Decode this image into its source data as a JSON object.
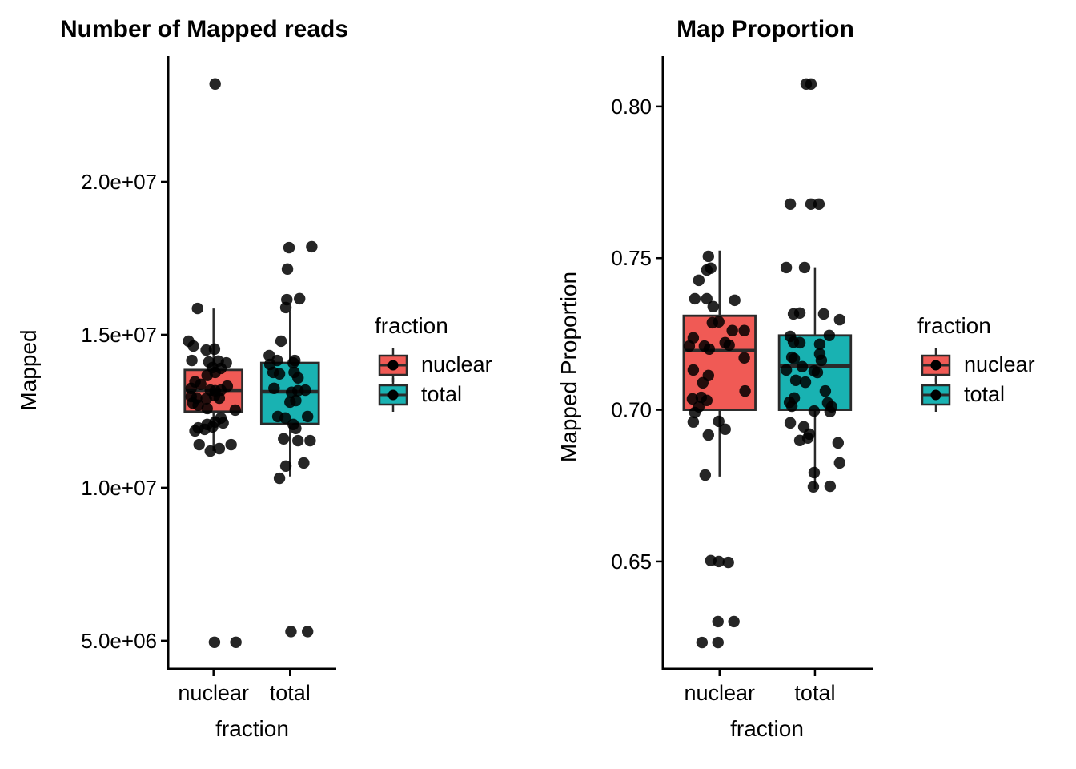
{
  "figure": {
    "background": "#ffffff",
    "text_color": "#000000",
    "colors": {
      "nuclear": "#F05A55",
      "total": "#19B2B2",
      "stroke": "#2a2a2a",
      "point": "#000000"
    }
  },
  "chart_data": [
    {
      "type": "boxplot",
      "title": "Number of Mapped reads",
      "xlabel": "fraction",
      "ylabel": "Mapped",
      "categories": [
        "nuclear",
        "total"
      ],
      "ylim": [
        4080000.0,
        24110000.0
      ],
      "grid": false,
      "yticks": [
        {
          "value": 20000000.0,
          "label": "2.0e+07"
        },
        {
          "value": 15000000.0,
          "label": "1.5e+07"
        },
        {
          "value": 10000000.0,
          "label": "1.0e+07"
        },
        {
          "value": 5000000.0,
          "label": "5.0e+06"
        }
      ],
      "legend": {
        "title": "fraction",
        "position": "right",
        "entries": [
          {
            "label": "nuclear",
            "color_key": "nuclear"
          },
          {
            "label": "total",
            "color_key": "total"
          }
        ]
      },
      "series": [
        {
          "name": "nuclear",
          "color_key": "nuclear",
          "box": {
            "whisker_low": 11200000.0,
            "q1": 12490000.0,
            "median": 13190000.0,
            "q3": 13850000.0,
            "whisker_high": 15860000.0
          },
          "points": [
            [
              -0.5,
              15860000.0
            ],
            [
              -0.78,
              14790000.0
            ],
            [
              -0.63,
              14630000.0
            ],
            [
              -0.23,
              14500000.0
            ],
            [
              0.03,
              14530000.0
            ],
            [
              -0.68,
              14160000.0
            ],
            [
              -0.15,
              14110000.0
            ],
            [
              0.15,
              14140000.0
            ],
            [
              0.4,
              14080000.0
            ],
            [
              -0.03,
              13930000.0
            ],
            [
              0.23,
              13900000.0
            ],
            [
              -0.2,
              13670000.0
            ],
            [
              0.05,
              13770000.0
            ],
            [
              -0.58,
              13460000.0
            ],
            [
              -0.4,
              13380000.0
            ],
            [
              0.43,
              13320000.0
            ],
            [
              -0.7,
              13250000.0
            ],
            [
              -0.1,
              13190000.0
            ],
            [
              0.05,
              13170000.0
            ],
            [
              0.23,
              13190000.0
            ],
            [
              -0.7,
              12980000.0
            ],
            [
              -0.53,
              12930000.0
            ],
            [
              -0.23,
              12910000.0
            ],
            [
              0.03,
              13010000.0
            ],
            [
              0.18,
              12930000.0
            ],
            [
              -0.65,
              12770000.0
            ],
            [
              -0.48,
              12700000.0
            ],
            [
              -0.2,
              12590000.0
            ],
            [
              0.68,
              12540000.0
            ],
            [
              0.23,
              12280000.0
            ],
            [
              0.05,
              12150000.0
            ],
            [
              -0.2,
              12070000.0
            ],
            [
              -0.48,
              11960000.0
            ],
            [
              -0.28,
              11910000.0
            ],
            [
              -0.03,
              11990000.0
            ],
            [
              -0.58,
              11860000.0
            ],
            [
              0.3,
              12120000.0
            ],
            [
              -0.45,
              11410000.0
            ],
            [
              0.18,
              11280000.0
            ],
            [
              0.55,
              11410000.0
            ],
            [
              -0.1,
              11200000.0
            ],
            [
              0.05,
              23200000.0
            ],
            [
              0.03,
              4950000.0
            ],
            [
              0.7,
              4950000.0
            ]
          ]
        },
        {
          "name": "total",
          "color_key": "total",
          "box": {
            "whisker_low": 10370000.0,
            "q1": 12090000.0,
            "median": 13140000.0,
            "q3": 14080000.0,
            "whisker_high": 15770000.0
          },
          "points": [
            [
              -0.03,
              17850000.0
            ],
            [
              0.68,
              17880000.0
            ],
            [
              -0.08,
              17150000.0
            ],
            [
              -0.1,
              16150000.0
            ],
            [
              0.3,
              16180000.0
            ],
            [
              -0.13,
              15890000.0
            ],
            [
              -0.28,
              14790000.0
            ],
            [
              -0.65,
              14320000.0
            ],
            [
              -0.4,
              14160000.0
            ],
            [
              0.15,
              14160000.0
            ],
            [
              -0.63,
              14030000.0
            ],
            [
              0.1,
              14080000.0
            ],
            [
              -0.53,
              13770000.0
            ],
            [
              -0.33,
              13720000.0
            ],
            [
              0.13,
              13770000.0
            ],
            [
              0.25,
              13590000.0
            ],
            [
              -0.5,
              13250000.0
            ],
            [
              0.05,
              13120000.0
            ],
            [
              0.25,
              13170000.0
            ],
            [
              0.48,
              13190000.0
            ],
            [
              0.0,
              12800000.0
            ],
            [
              0.18,
              12850000.0
            ],
            [
              -0.38,
              12330000.0
            ],
            [
              -0.15,
              12280000.0
            ],
            [
              0.55,
              12330000.0
            ],
            [
              0.1,
              12070000.0
            ],
            [
              0.18,
              11940000.0
            ],
            [
              -0.2,
              11600000.0
            ],
            [
              0.25,
              11540000.0
            ],
            [
              0.63,
              11540000.0
            ],
            [
              -0.13,
              10710000.0
            ],
            [
              0.43,
              10810000.0
            ],
            [
              -0.33,
              10310000.0
            ],
            [
              0.03,
              5300000.0
            ],
            [
              0.55,
              5300000.0
            ]
          ]
        }
      ]
    },
    {
      "type": "boxplot",
      "title": "Map Proportion",
      "xlabel": "fraction",
      "ylabel": "Mapped Proportion",
      "categories": [
        "nuclear",
        "total"
      ],
      "ylim": [
        0.6146,
        0.8166
      ],
      "grid": false,
      "yticks": [
        {
          "value": 0.8,
          "label": "0.80"
        },
        {
          "value": 0.75,
          "label": "0.75"
        },
        {
          "value": 0.7,
          "label": "0.70"
        },
        {
          "value": 0.65,
          "label": "0.65"
        }
      ],
      "legend": {
        "title": "fraction",
        "position": "right",
        "entries": [
          {
            "label": "nuclear",
            "color_key": "nuclear"
          },
          {
            "label": "total",
            "color_key": "total"
          }
        ]
      },
      "series": [
        {
          "name": "nuclear",
          "color_key": "nuclear",
          "box": {
            "whisker_low": 0.678,
            "q1": 0.7,
            "median": 0.7195,
            "q3": 0.731,
            "whisker_high": 0.7525
          },
          "points": [
            [
              -0.28,
              0.7506
            ],
            [
              -0.32,
              0.7461
            ],
            [
              -0.22,
              0.7467
            ],
            [
              -0.52,
              0.7427
            ],
            [
              -0.62,
              0.7366
            ],
            [
              -0.32,
              0.7366
            ],
            [
              -0.16,
              0.734
            ],
            [
              0.38,
              0.7361
            ],
            [
              -0.18,
              0.7287
            ],
            [
              -0.02,
              0.729
            ],
            [
              0.32,
              0.7261
            ],
            [
              0.62,
              0.7261
            ],
            [
              -0.66,
              0.7237
            ],
            [
              -0.76,
              0.721
            ],
            [
              -0.38,
              0.721
            ],
            [
              -0.26,
              0.72
            ],
            [
              0.14,
              0.7221
            ],
            [
              0.24,
              0.7213
            ],
            [
              0.62,
              0.7171
            ],
            [
              -0.66,
              0.7131
            ],
            [
              -0.28,
              0.7113
            ],
            [
              -0.42,
              0.7089
            ],
            [
              0.64,
              0.7062
            ],
            [
              -0.68,
              0.7036
            ],
            [
              -0.46,
              0.7041
            ],
            [
              -0.32,
              0.7031
            ],
            [
              -0.52,
              0.701
            ],
            [
              -0.62,
              0.6991
            ],
            [
              -0.66,
              0.696
            ],
            [
              -0.02,
              0.6962
            ],
            [
              0.14,
              0.6936
            ],
            [
              -0.28,
              0.6917
            ],
            [
              -0.36,
              0.6785
            ],
            [
              -0.22,
              0.6503
            ],
            [
              -0.02,
              0.65
            ],
            [
              0.22,
              0.6497
            ],
            [
              -0.04,
              0.6302
            ],
            [
              0.36,
              0.6302
            ],
            [
              -0.44,
              0.6233
            ],
            [
              -0.04,
              0.6233
            ]
          ]
        },
        {
          "name": "total",
          "color_key": "total",
          "box": {
            "whisker_low": 0.674,
            "q1": 0.7,
            "median": 0.7144,
            "q3": 0.7245,
            "whisker_high": 0.747
          },
          "points": [
            [
              -0.22,
              0.8074
            ],
            [
              -0.1,
              0.8074
            ],
            [
              -0.62,
              0.7678
            ],
            [
              -0.1,
              0.7678
            ],
            [
              0.1,
              0.7678
            ],
            [
              -0.72,
              0.7469
            ],
            [
              -0.26,
              0.7469
            ],
            [
              -0.54,
              0.7316
            ],
            [
              -0.38,
              0.7319
            ],
            [
              0.22,
              0.7316
            ],
            [
              0.62,
              0.7297
            ],
            [
              -0.62,
              0.7242
            ],
            [
              -0.54,
              0.7223
            ],
            [
              -0.38,
              0.7221
            ],
            [
              0.12,
              0.7216
            ],
            [
              0.36,
              0.7245
            ],
            [
              -0.58,
              0.7173
            ],
            [
              -0.52,
              0.7168
            ],
            [
              0.12,
              0.7184
            ],
            [
              0.16,
              0.7163
            ],
            [
              -0.32,
              0.7142
            ],
            [
              -0.02,
              0.7128
            ],
            [
              0.06,
              0.7123
            ],
            [
              -0.72,
              0.7131
            ],
            [
              -0.48,
              0.7097
            ],
            [
              -0.24,
              0.7091
            ],
            [
              0.26,
              0.7062
            ],
            [
              -0.52,
              0.7039
            ],
            [
              -0.64,
              0.7025
            ],
            [
              -0.58,
              0.7012
            ],
            [
              0.32,
              0.7023
            ],
            [
              0.42,
              0.701
            ],
            [
              -0.02,
              0.6996
            ],
            [
              0.38,
              0.6994
            ],
            [
              -0.62,
              0.6957
            ],
            [
              -0.28,
              0.6944
            ],
            [
              -0.14,
              0.692
            ],
            [
              -0.38,
              0.6899
            ],
            [
              -0.18,
              0.6907
            ],
            [
              0.58,
              0.6891
            ],
            [
              0.62,
              0.6825
            ],
            [
              -0.02,
              0.6793
            ],
            [
              -0.04,
              0.6746
            ],
            [
              0.38,
              0.6748
            ]
          ]
        }
      ]
    }
  ]
}
